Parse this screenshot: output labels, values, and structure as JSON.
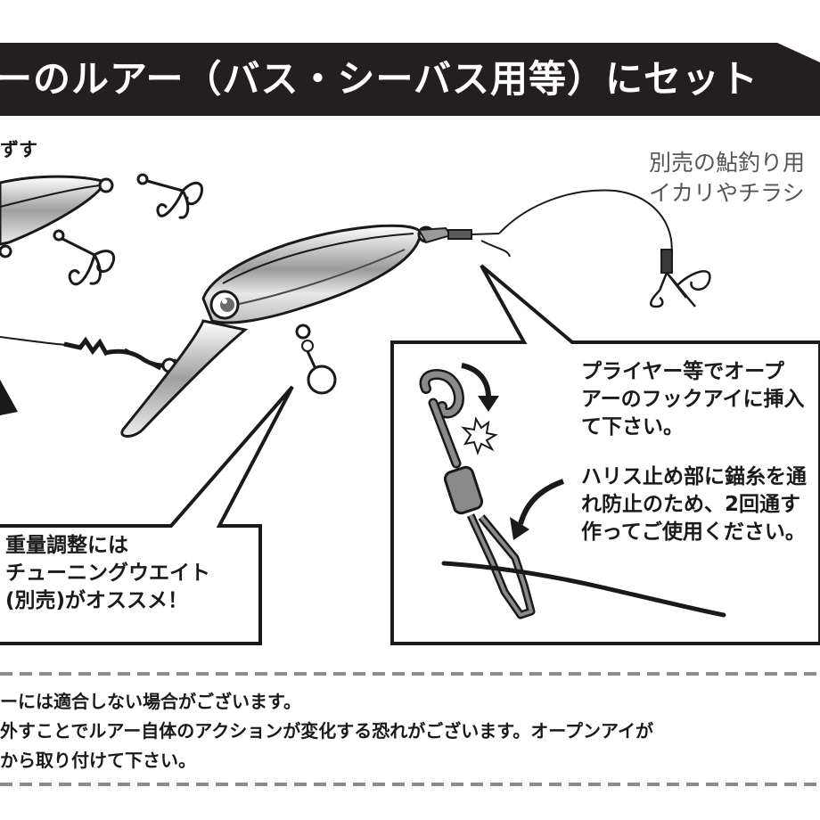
{
  "header": {
    "title": "ーのルアー（バス・シーバス用等）にセット"
  },
  "labels": {
    "remove": "ずす",
    "separate_note": "別売の鮎釣り用\nイカリやチラシ"
  },
  "callouts": {
    "weight": "重量調整には\nチューニングウエイト\n(別売)がオススメ！",
    "plier": "プライヤー等でオープ\nアーのフックアイに挿入\nて下さい。",
    "harris": "ハリス止め部に錨糸を通\nれ防止のため、2回通す\n作ってご使用ください。"
  },
  "notes": [
    "ーには適合しない場合がございます。",
    "外すことでルアー自体のアクションが変化する恐れがございます。オープンアイが",
    "から取り付けて下さい。"
  ],
  "colors": {
    "banner": "#231f20",
    "ink": "#1a1a1a",
    "metal": "#8a8a8a",
    "dash": "#8c8c8c"
  }
}
